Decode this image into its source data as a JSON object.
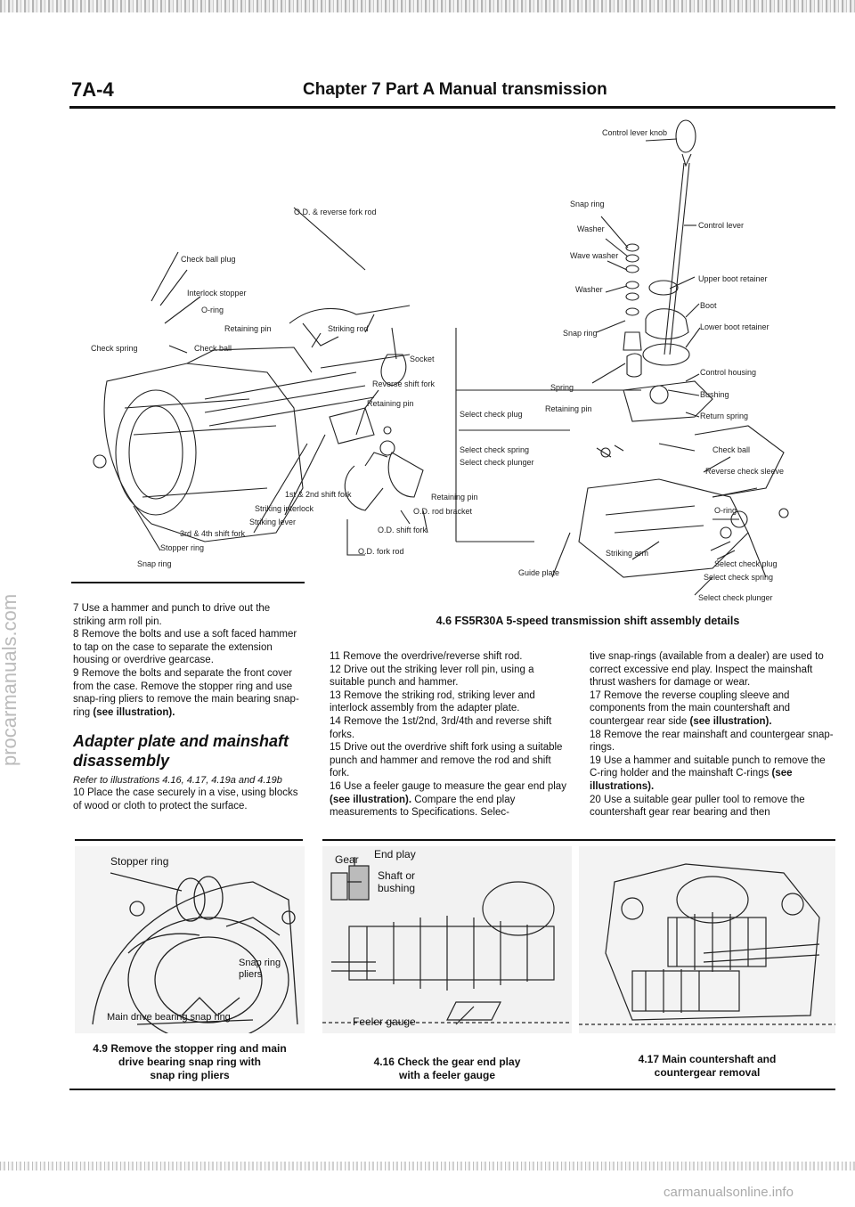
{
  "header": {
    "page_number": "7A-4",
    "title": "Chapter 7  Part A  Manual transmission"
  },
  "figure_main": {
    "caption": "4.6 FS5R30A 5-speed transmission shift assembly details",
    "labels": {
      "control_lever_knob": "Control lever knob",
      "control_lever": "Control lever",
      "upper_boot_retainer": "Upper boot retainer",
      "boot": "Boot",
      "lower_boot_retainer": "Lower boot retainer",
      "control_housing": "Control housing",
      "bushing": "Bushing",
      "return_spring": "Return spring",
      "check_ball_r": "Check ball",
      "reverse_check_sleeve": "Reverse check sleeve",
      "o_ring_r": "O-ring",
      "select_check_plug_r": "Select check plug",
      "select_check_spring_r": "Select check spring",
      "select_check_plunger_r": "Select check plunger",
      "snap_ring_top": "Snap ring",
      "washer_1": "Washer",
      "wave_washer": "Wave washer",
      "washer_2": "Washer",
      "snap_ring_mid": "Snap ring",
      "socket": "Socket",
      "spring": "Spring",
      "select_check_plug": "Select check plug",
      "retaining_pin_mid": "Retaining pin",
      "select_check_spring": "Select check spring",
      "select_check_plunger": "Select check plunger",
      "striking_arm": "Striking arm",
      "guide_plate": "Guide plate",
      "od_reverse_fork_rod": "O.D. & reverse fork rod",
      "check_ball_plug": "Check ball plug",
      "interlock_stopper": "Interlock stopper",
      "o_ring_l": "O-ring",
      "retaining_pin_l": "Retaining pin",
      "check_spring": "Check spring",
      "check_ball_l": "Check ball",
      "striking_rod": "Striking rod",
      "reverse_shift_fork": "Reverse shift fork",
      "retaining_pin_c": "Retaining pin",
      "first_second_shift_fork": "1st & 2nd shift fork",
      "striking_interlock": "Striking interlock",
      "striking_lever": "Striking lever",
      "third_fourth_shift_fork": "3rd & 4th shift fork",
      "stopper_ring": "Stopper ring",
      "snap_ring_l": "Snap ring",
      "retaining_pin_lower": "Retaining pin",
      "od_rod_bracket": "O.D. rod bracket",
      "od_shift_fork": "O.D. shift fork",
      "od_fork_rod": "O.D. fork rod"
    }
  },
  "col1": {
    "p7": "7  Use a hammer and punch to drive out the striking arm roll pin.",
    "p8": "8  Remove the bolts and use a soft faced hammer to tap on the case to separate the extension housing or overdrive gearcase.",
    "p9a": "9  Remove the bolts and separate the front cover from the case. Remove the stopper ring and use snap-ring pliers to remove the main bearing snap-ring ",
    "p9b": "(see illustration).",
    "heading": "Adapter plate and mainshaft disassembly",
    "refer": "Refer to illustrations 4.16, 4.17, 4.19a and 4.19b",
    "p10": "10  Place the case securely in a vise, using blocks of wood or cloth to protect the surface."
  },
  "col2": {
    "p11": "11  Remove the overdrive/reverse shift rod.",
    "p12": "12  Drive out the striking lever roll pin, using a suitable punch and hammer.",
    "p13": "13  Remove the striking rod, striking lever and interlock assembly from the adapter plate.",
    "p14": "14  Remove the 1st/2nd, 3rd/4th and reverse shift forks.",
    "p15": "15  Drive out the overdrive shift fork using a suitable punch and hammer and remove the rod and shift fork.",
    "p16a": "16  Use a feeler gauge to measure the gear end play ",
    "p16b": "(see illustration).",
    "p16c": " Compare the end play measurements to Specifications. Selec-"
  },
  "col3": {
    "p16d": "tive snap-rings (available from a dealer) are used to correct excessive end play. Inspect the mainshaft thrust washers for damage or wear.",
    "p17a": "17  Remove the reverse coupling sleeve and components from the main countershaft and countergear rear side ",
    "p17b": "(see illustration).",
    "p18": "18  Remove the rear mainshaft and countergear snap-rings.",
    "p19a": "19  Use a hammer and suitable punch to remove the C-ring holder and the mainshaft C-rings ",
    "p19b": "(see illustrations).",
    "p20": "20  Use a suitable gear puller tool to remove the countershaft gear rear bearing and then"
  },
  "photos": {
    "p49": {
      "caption_l1": "4.9 Remove the stopper ring and main",
      "caption_l2": "drive bearing snap ring with",
      "caption_l3": "snap ring pliers",
      "label_stopper": "Stopper ring",
      "label_snap_ring_pliers": "Snap ring pliers",
      "label_main_drive": "Main drive bearing snap ring"
    },
    "p416": {
      "caption_l1": "4.16 Check the gear end play",
      "caption_l2": "with a feeler gauge",
      "label_gear": "Gear",
      "label_end_play": "End play",
      "label_shaft": "Shaft or",
      "label_bushing": "bushing",
      "label_feeler": "Feeler gauge"
    },
    "p417": {
      "caption_l1": "4.17 Main countershaft and",
      "caption_l2": "countergear removal"
    }
  },
  "watermarks": {
    "side": "procarmanuals.com",
    "bottom": "carmanualsonline.info"
  }
}
